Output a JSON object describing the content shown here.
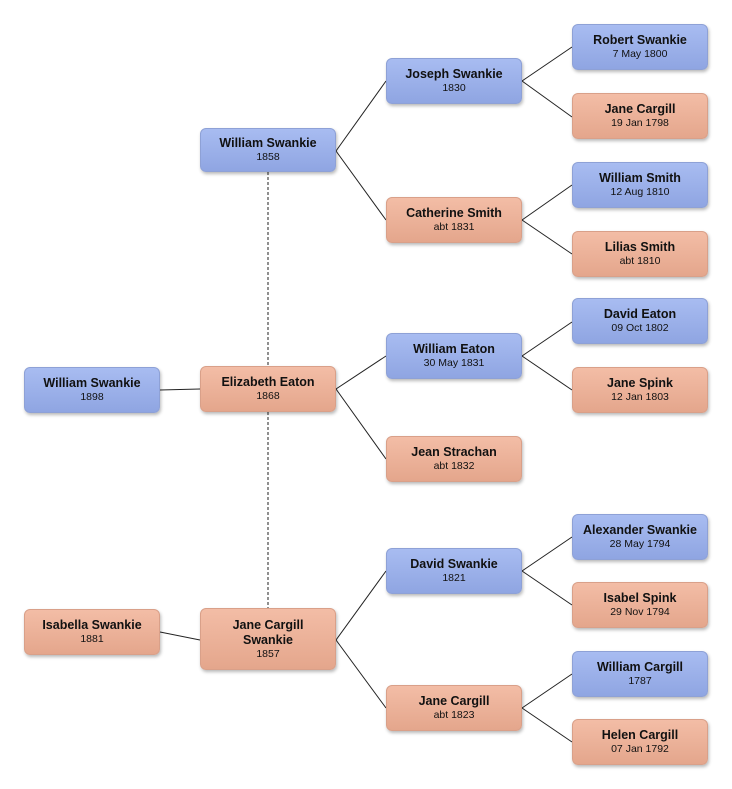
{
  "colors": {
    "male": "#9bb0ea",
    "female": "#eeb29a",
    "line": "#222222"
  },
  "people": {
    "subject_1": {
      "name": "William Swankie",
      "dates": "1898",
      "sex": "male"
    },
    "subject_2": {
      "name": "Isabella Swankie",
      "dates": "1881",
      "sex": "female"
    },
    "father": {
      "name": "William Swankie",
      "dates": "1858",
      "sex": "male"
    },
    "mother_1": {
      "name": "Elizabeth Eaton",
      "dates": "1868",
      "sex": "female"
    },
    "mother_2": {
      "name": "Jane Cargill Swankie",
      "dates": "1857",
      "sex": "female"
    },
    "f_father": {
      "name": "Joseph Swankie",
      "dates": "1830",
      "sex": "male"
    },
    "f_mother": {
      "name": "Catherine Smith",
      "dates": "abt 1831",
      "sex": "female"
    },
    "m1_father": {
      "name": "William Eaton",
      "dates": "30 May 1831",
      "sex": "male"
    },
    "m1_mother": {
      "name": "Jean Strachan",
      "dates": "abt 1832",
      "sex": "female"
    },
    "m2_father": {
      "name": "David Swankie",
      "dates": "1821",
      "sex": "male"
    },
    "m2_mother": {
      "name": "Jane Cargill",
      "dates": "abt 1823",
      "sex": "female"
    },
    "ff_father": {
      "name": "Robert Swankie",
      "dates": "7 May 1800",
      "sex": "male"
    },
    "ff_mother": {
      "name": "Jane Cargill",
      "dates": "19 Jan 1798",
      "sex": "female"
    },
    "fm_father": {
      "name": "William Smith",
      "dates": "12 Aug 1810",
      "sex": "male"
    },
    "fm_mother": {
      "name": "Lilias Smith",
      "dates": "abt 1810",
      "sex": "female"
    },
    "m1f_father": {
      "name": "David Eaton",
      "dates": "09 Oct 1802",
      "sex": "male"
    },
    "m1f_mother": {
      "name": "Jane Spink",
      "dates": "12 Jan 1803",
      "sex": "female"
    },
    "m2f_father": {
      "name": "Alexander Swankie",
      "dates": "28 May 1794",
      "sex": "male"
    },
    "m2f_mother": {
      "name": "Isabel Spink",
      "dates": "29 Nov 1794",
      "sex": "female"
    },
    "m2m_father": {
      "name": "William Cargill",
      "dates": "1787",
      "sex": "male"
    },
    "m2m_mother": {
      "name": "Helen Cargill",
      "dates": "07 Jan 1792",
      "sex": "female"
    }
  }
}
